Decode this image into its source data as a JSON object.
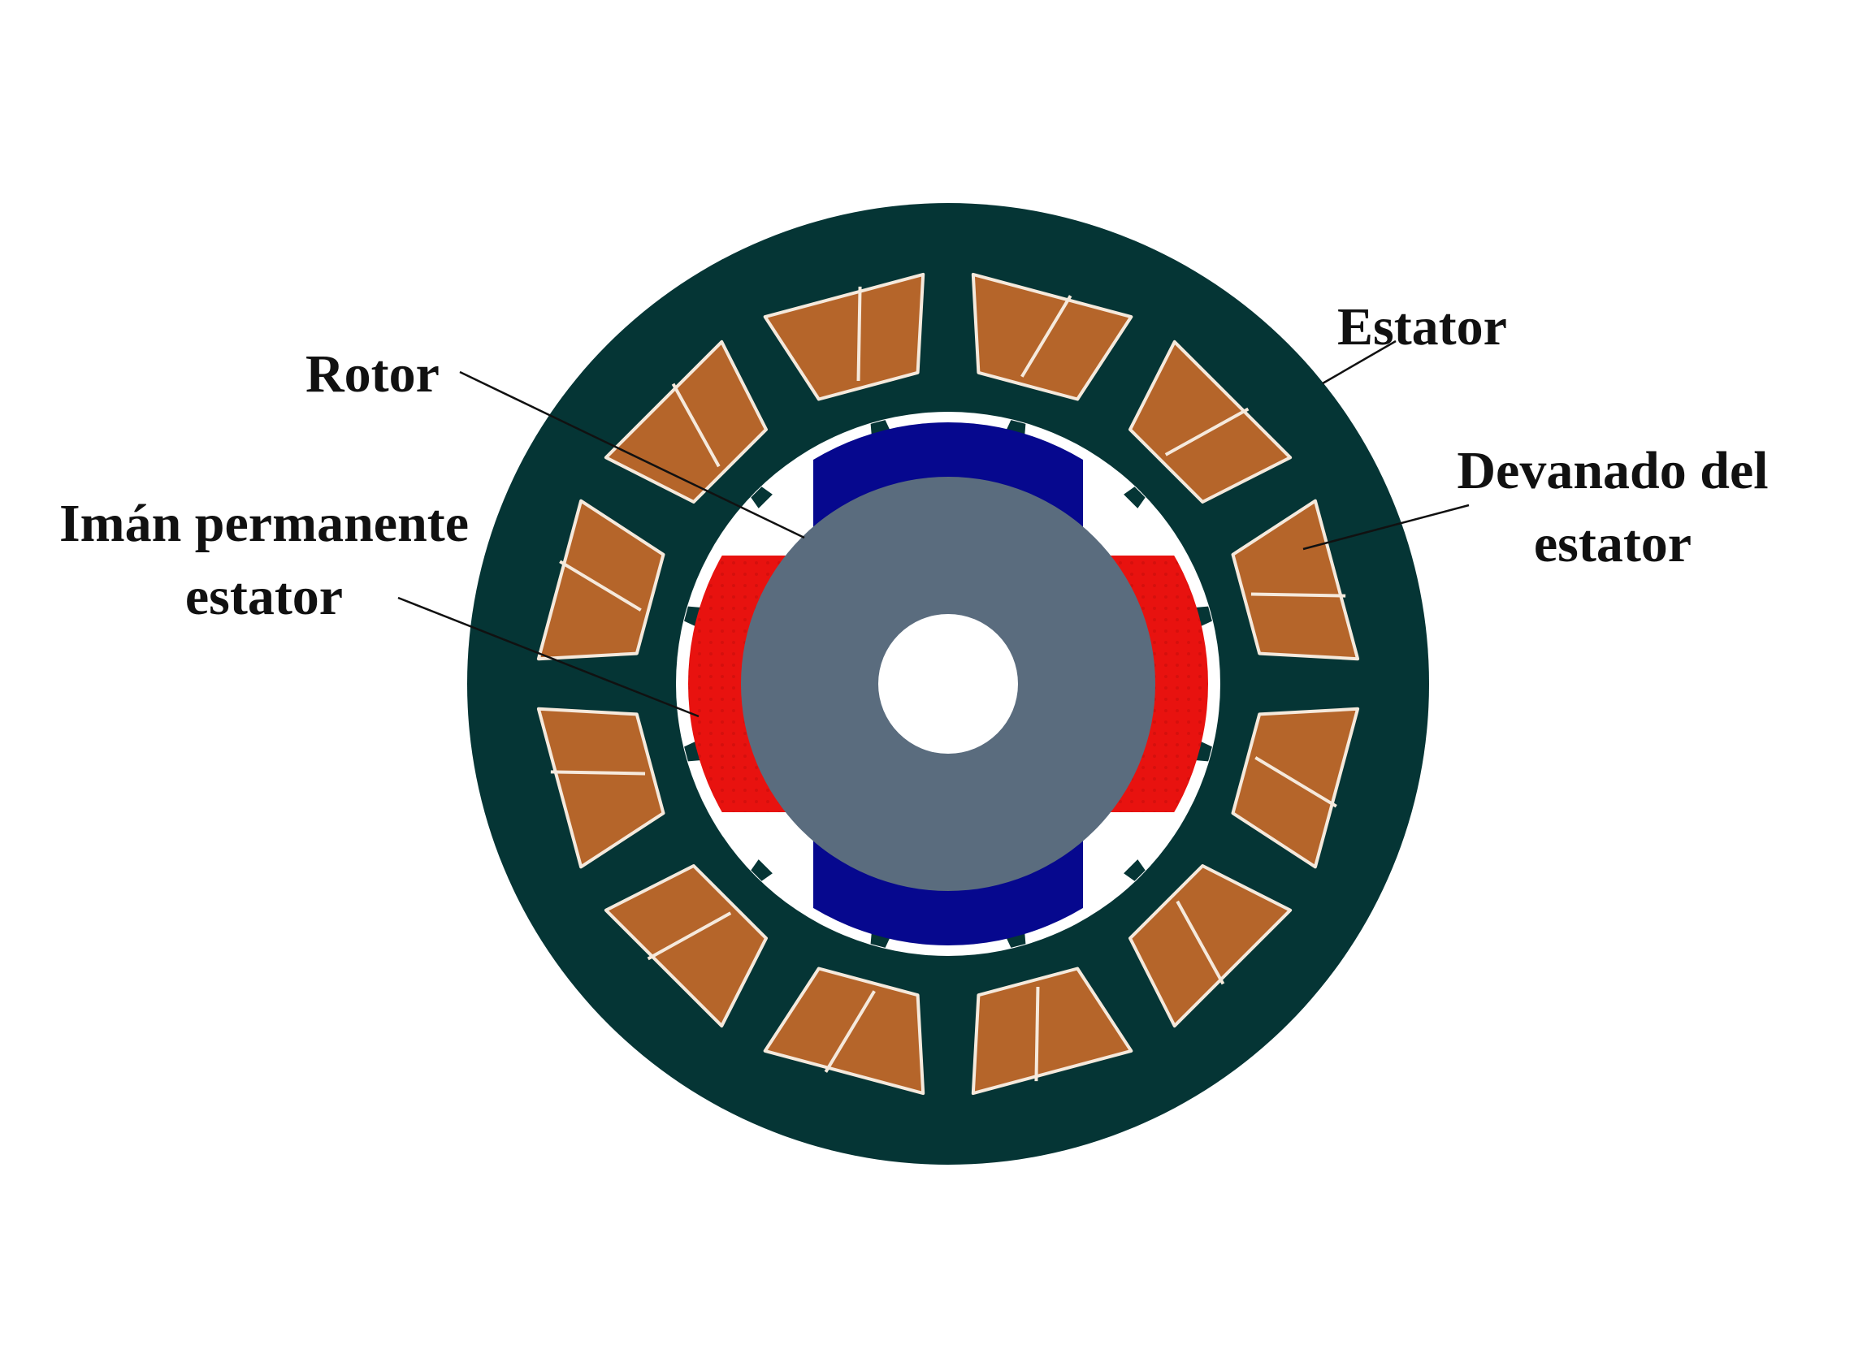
{
  "labels": {
    "rotor": "Rotor",
    "magnet_line1": "Imán permanente",
    "magnet_line2": "estator",
    "stator": "Estator",
    "winding_line1": "Devanado del",
    "winding_line2": "estator"
  },
  "colors": {
    "stator": "#053535",
    "winding": "#B5652A",
    "winding_outline": "#F5E9DC",
    "rotor_pole": "#06088E",
    "magnet": "#E8120F",
    "rotor_core": "#5A6C7E",
    "air_gap": "#FFFFFF",
    "leader_line": "#111111"
  },
  "winding_count": 12,
  "magnet_count": 2,
  "rotor_pole_count": 2
}
